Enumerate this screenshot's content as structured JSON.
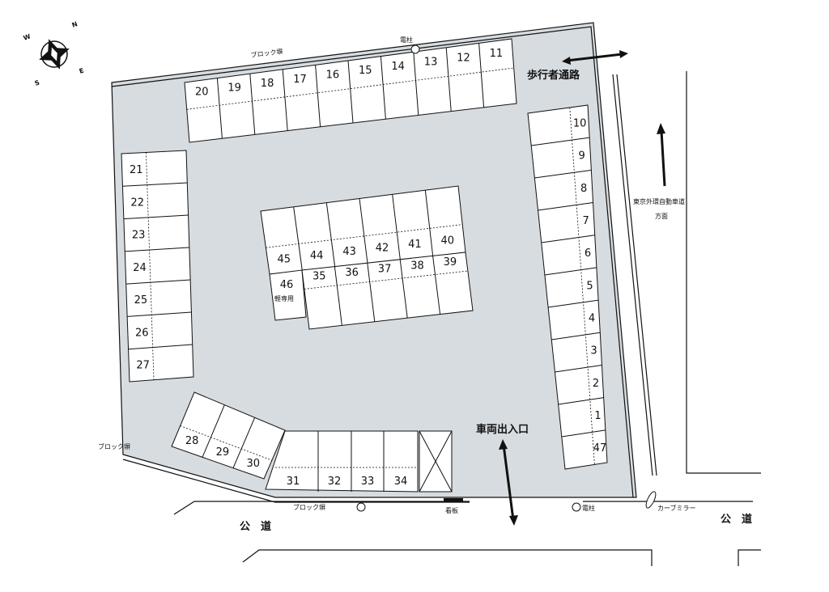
{
  "compass": {
    "n": "N",
    "e": "E",
    "s": "S",
    "w": "W"
  },
  "labels": {
    "block_wall_top": "ブロック塀",
    "block_wall_left": "ブロック塀",
    "block_wall_bottom": "ブロック塀",
    "pole_top": "電柱",
    "pole_bottom": "電柱",
    "pedestrian_path": "歩行者通路",
    "vehicle_entrance": "車両出入口",
    "expressway_line1": "東京外環自動車道",
    "expressway_line2": "方面",
    "curve_mirror": "カーブミラー",
    "signboard": "看板",
    "public_road_left": "公　道",
    "public_road_right": "公　道",
    "kei_only": "軽専用"
  },
  "spaces": {
    "top_row": [
      "20",
      "19",
      "18",
      "17",
      "16",
      "15",
      "14",
      "13",
      "12",
      "11"
    ],
    "right_col": [
      "10",
      "9",
      "8",
      "7",
      "6",
      "5",
      "4",
      "3",
      "2",
      "1",
      "47"
    ],
    "left_col": [
      "21",
      "22",
      "23",
      "24",
      "25",
      "26",
      "27"
    ],
    "bottom_angled": [
      "28",
      "29",
      "30"
    ],
    "bottom_row": [
      "31",
      "32",
      "33",
      "34"
    ],
    "center_upper": [
      "45",
      "44",
      "43",
      "42",
      "41",
      "40"
    ],
    "center_lower": [
      "46",
      "35",
      "36",
      "37",
      "38",
      "39"
    ]
  }
}
